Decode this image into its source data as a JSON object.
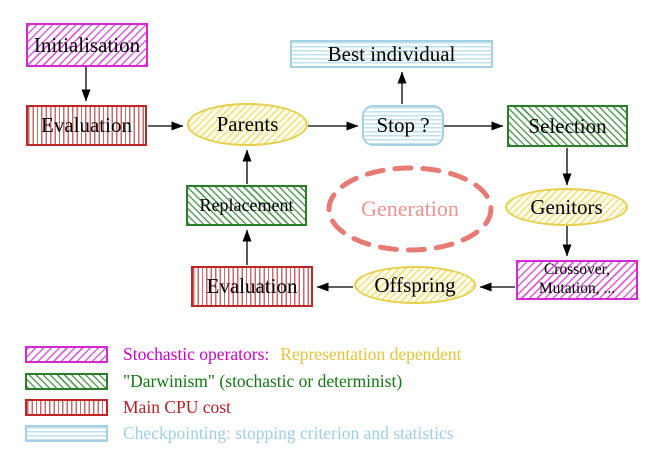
{
  "diagram": {
    "nodes": {
      "initialisation": {
        "label": "Initialisation"
      },
      "evaluation_top": {
        "label": "Evaluation"
      },
      "parents": {
        "label": "Parents"
      },
      "best_individual": {
        "label": "Best individual"
      },
      "stop": {
        "label": "Stop ?"
      },
      "selection": {
        "label": "Selection"
      },
      "genitors": {
        "label": "Genitors"
      },
      "crossover_mutation": {
        "line1": "Crossover,",
        "line2": "Mutation, ..."
      },
      "offspring": {
        "label": "Offspring"
      },
      "evaluation_bottom": {
        "label": "Evaluation"
      },
      "replacement": {
        "label": "Replacement"
      },
      "generation": {
        "label": "Generation"
      }
    },
    "legend": {
      "stochastic": {
        "label": "Stochastic operators:",
        "suffix": "Representation dependent"
      },
      "darwinism": {
        "label": "\"Darwinism\" (stochastic or determinist)"
      },
      "cpu": {
        "label": "Main CPU cost"
      },
      "checkpointing": {
        "label": "Checkpointing: stopping criterion and statistics"
      }
    },
    "colors": {
      "magenta": "#cc00cc",
      "gold": "#eac337",
      "dark_green": "#137813",
      "red": "#bb1f24",
      "light_blue": "#9fcfe6",
      "yellow_border": "#e6cf4a",
      "salmon_dash": "#e87a74",
      "salmon_text": "#ee938d",
      "arrow_black": "#000000"
    }
  }
}
